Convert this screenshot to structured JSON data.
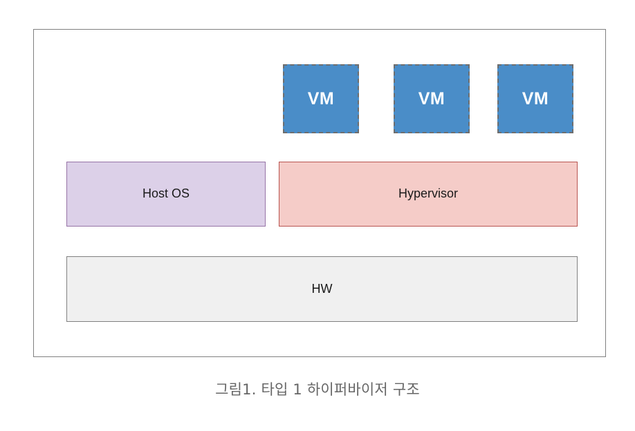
{
  "figure": {
    "caption": "그림1. 타입 1 하이퍼바이저 구조",
    "frame": {
      "border_color": "#808080",
      "background": "#ffffff"
    }
  },
  "diagram": {
    "type": "layered-architecture",
    "layers": [
      {
        "name": "vm-layer",
        "boxes": [
          {
            "id": "vm-1",
            "label": "VM",
            "fill": "#4A8DC8",
            "border_color": "#6E6E6E",
            "border_style": "dashed",
            "text_color": "#ffffff"
          },
          {
            "id": "vm-2",
            "label": "VM",
            "fill": "#4A8DC8",
            "border_color": "#6E6E6E",
            "border_style": "dashed",
            "text_color": "#ffffff"
          },
          {
            "id": "vm-3",
            "label": "VM",
            "fill": "#4A8DC8",
            "border_color": "#6E6E6E",
            "border_style": "dashed",
            "text_color": "#ffffff"
          }
        ]
      },
      {
        "name": "os-layer",
        "boxes": [
          {
            "id": "host-os",
            "label": "Host OS",
            "fill": "#DCD0E8",
            "border_color": "#9673A6",
            "border_style": "solid",
            "text_color": "#1a1a1a"
          },
          {
            "id": "hypervisor",
            "label": "Hypervisor",
            "fill": "#F5CCC8",
            "border_color": "#B85450",
            "border_style": "solid",
            "text_color": "#1a1a1a"
          }
        ]
      },
      {
        "name": "hardware-layer",
        "boxes": [
          {
            "id": "hw",
            "label": "HW",
            "fill": "#F0F0F0",
            "border_color": "#808080",
            "border_style": "solid",
            "text_color": "#1a1a1a"
          }
        ]
      }
    ]
  }
}
